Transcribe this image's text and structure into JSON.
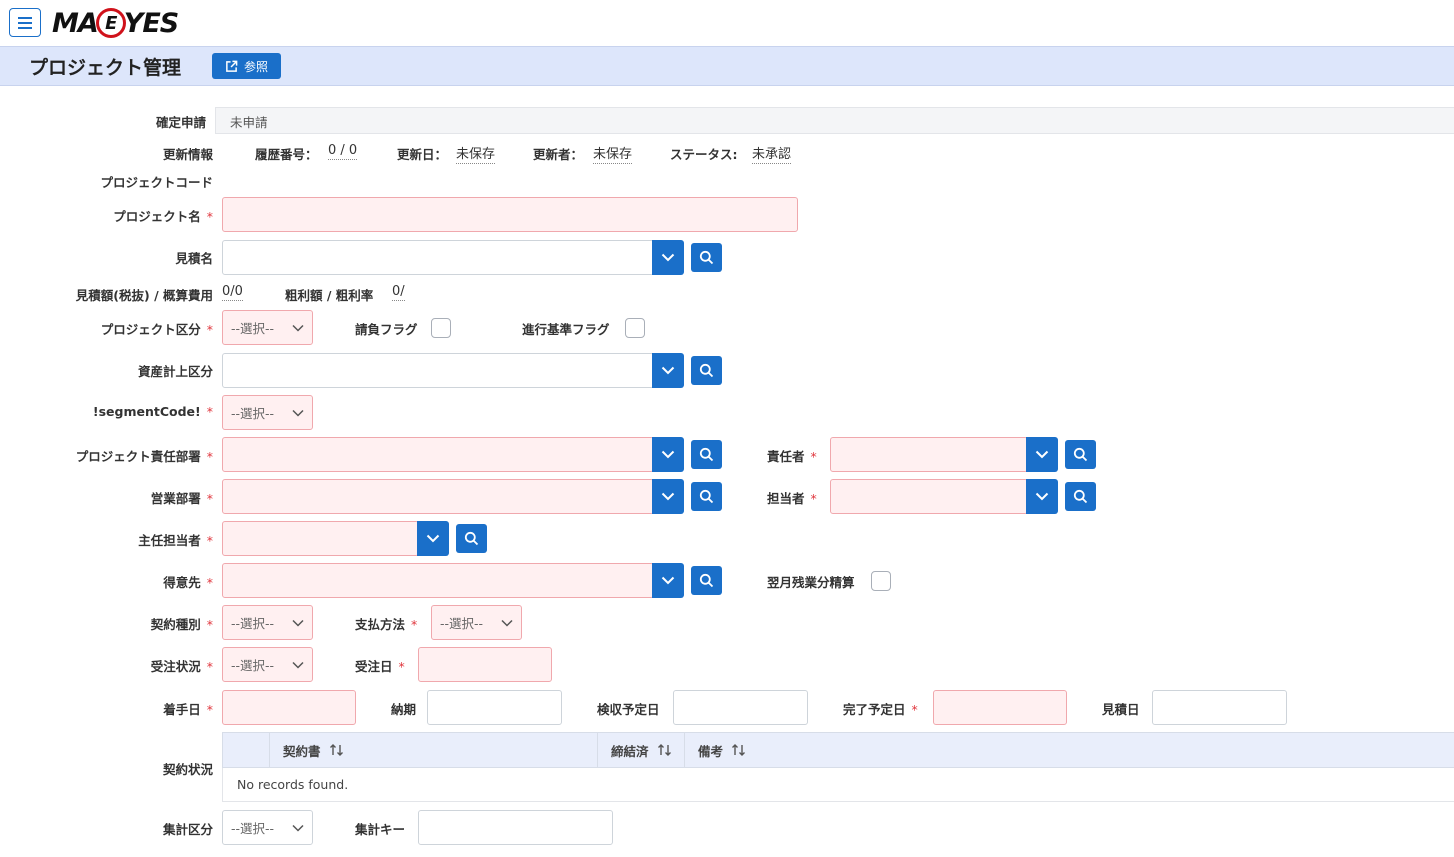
{
  "header": {
    "logo_text_left": "MA",
    "logo_text_ring": "E",
    "logo_text_right": "YES",
    "icons": {
      "menu": "hamburger-menu-icon",
      "external": "external-link-icon",
      "chevron": "chevron-down-icon",
      "search": "search-icon",
      "sort": "sort-icon"
    }
  },
  "title": {
    "text": "プロジェクト管理",
    "ref_button": "参照"
  },
  "colors": {
    "primary": "#1a6fc9",
    "title_bg": "#dde6fb",
    "required_bg": "#fff0f1",
    "required_border": "#f0a8ad",
    "asterisk": "#e0363d"
  },
  "form": {
    "confirm_label": "確定申請",
    "confirm_value": "未申請",
    "update_info_label": "更新情報",
    "history_label": "履歴番号：",
    "history_value": "0 / 0",
    "updated_date_label": "更新日：",
    "updated_date_value": "未保存",
    "updated_by_label": "更新者：",
    "updated_by_value": "未保存",
    "status_label": "ステータス:",
    "status_value": "未承認",
    "project_code_label": "プロジェクトコード",
    "project_name_label": "プロジェクト名",
    "estimate_name_label": "見積名",
    "estimate_amount_label": "見積額(税抜) / 概算費用",
    "estimate_amount_value": "0/0",
    "gross_profit_label": "粗利額 / 粗利率",
    "gross_profit_value": "0/",
    "project_category_label": "プロジェクト区分",
    "subcontract_flag_label": "請負フラグ",
    "progress_flag_label": "進行基準フラグ",
    "asset_category_label": "資産計上区分",
    "segment_code_label": "!segmentCode!",
    "project_dept_label": "プロジェクト責任部署",
    "responsible_label": "責任者",
    "sales_dept_label": "営業部署",
    "person_in_charge_label": "担当者",
    "chief_label": "主任担当者",
    "customer_label": "得意先",
    "next_month_overtime_label": "翌月残業分精算",
    "contract_type_label": "契約種別",
    "payment_method_label": "支払方法",
    "order_status_label": "受注状況",
    "order_date_label": "受注日",
    "start_date_label": "着手日",
    "delivery_label": "納期",
    "inspection_date_label": "検収予定日",
    "completion_date_label": "完了予定日",
    "estimate_date_label": "見積日",
    "contract_status_label": "契約状況",
    "aggregate_category_label": "集計区分",
    "aggregate_key_label": "集計キー",
    "select_placeholder": "--選択--",
    "required_mark": "*"
  },
  "contract_table": {
    "columns": [
      "契約書",
      "締結済",
      "備考"
    ],
    "empty_message": "No records found."
  }
}
